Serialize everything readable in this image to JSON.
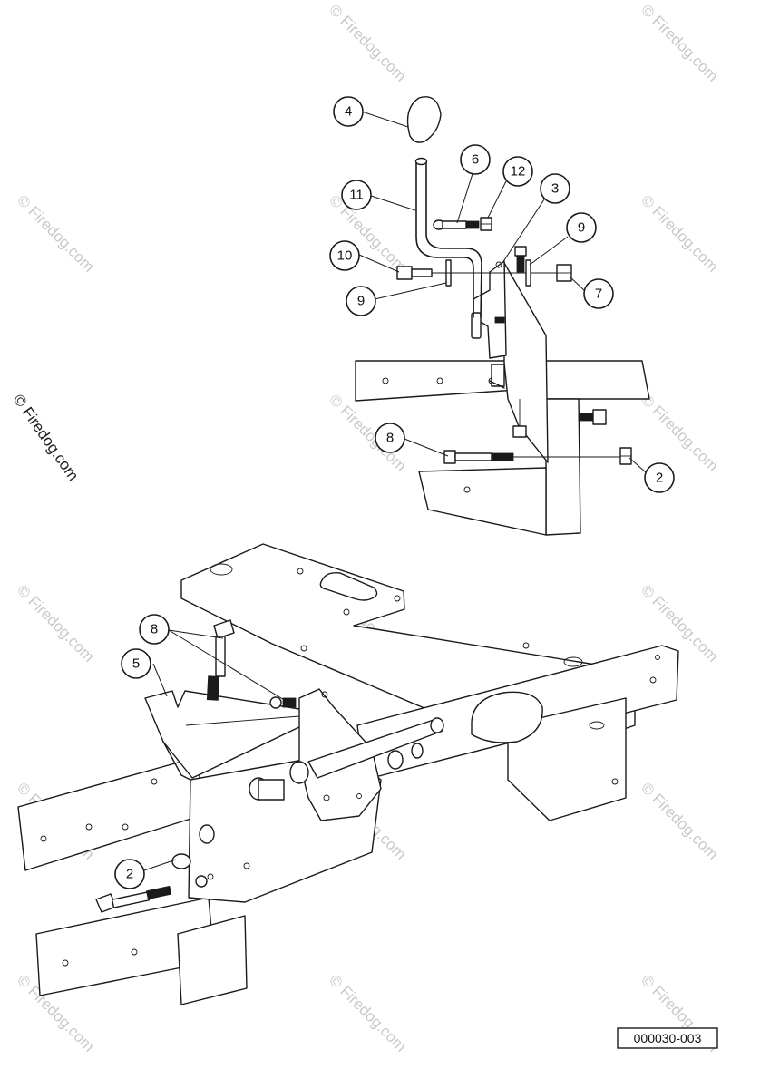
{
  "watermark": "© Firedog.com",
  "side_watermark": "© Firedog.com",
  "drawing_number": "000030-003",
  "callouts": [
    {
      "id": "c4",
      "label": "4"
    },
    {
      "id": "c11",
      "label": "11"
    },
    {
      "id": "c6",
      "label": "6"
    },
    {
      "id": "c12",
      "label": "12"
    },
    {
      "id": "c3",
      "label": "3"
    },
    {
      "id": "c9a",
      "label": "9"
    },
    {
      "id": "c10",
      "label": "10"
    },
    {
      "id": "c9b",
      "label": "9"
    },
    {
      "id": "c7",
      "label": "7"
    },
    {
      "id": "c8a",
      "label": "8"
    },
    {
      "id": "c2a",
      "label": "2"
    },
    {
      "id": "c8b",
      "label": "8"
    },
    {
      "id": "c5",
      "label": "5"
    },
    {
      "id": "c2b",
      "label": "2"
    }
  ]
}
